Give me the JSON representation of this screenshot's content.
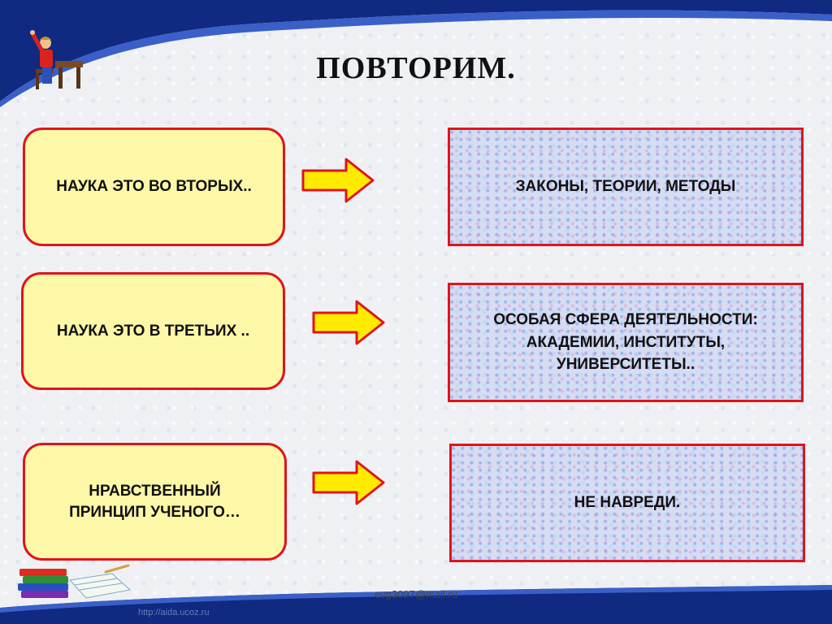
{
  "slide": {
    "title": "ПОВТОРИМ.",
    "rows": [
      {
        "question": "НАУКА ЭТО ВО ВТОРЫХ..",
        "answer": "ЗАКОНЫ, ТЕОРИИ, МЕТОДЫ"
      },
      {
        "question": "НАУКА ЭТО  В ТРЕТЬИХ ..",
        "answer": "ОСОБАЯ  СФЕРА ДЕЯТЕЛЬНОСТИ: АКАДЕМИИ, ИНСТИТУТЫ, УНИВЕРСИТЕТЫ.."
      },
      {
        "question": "НРАВСТВЕННЫЙ ПРИНЦИП УЧЕНОГО…",
        "answer": "НЕ НАВРЕДИ."
      }
    ],
    "email": "evg3097@mail.ru",
    "url": "http://aida.ucoz.ru"
  },
  "colors": {
    "card_fill": "#fdf7a8",
    "border_red": "#e0141b",
    "arrow_fill": "#ffeb00",
    "band_blue": "#0f2a80"
  }
}
